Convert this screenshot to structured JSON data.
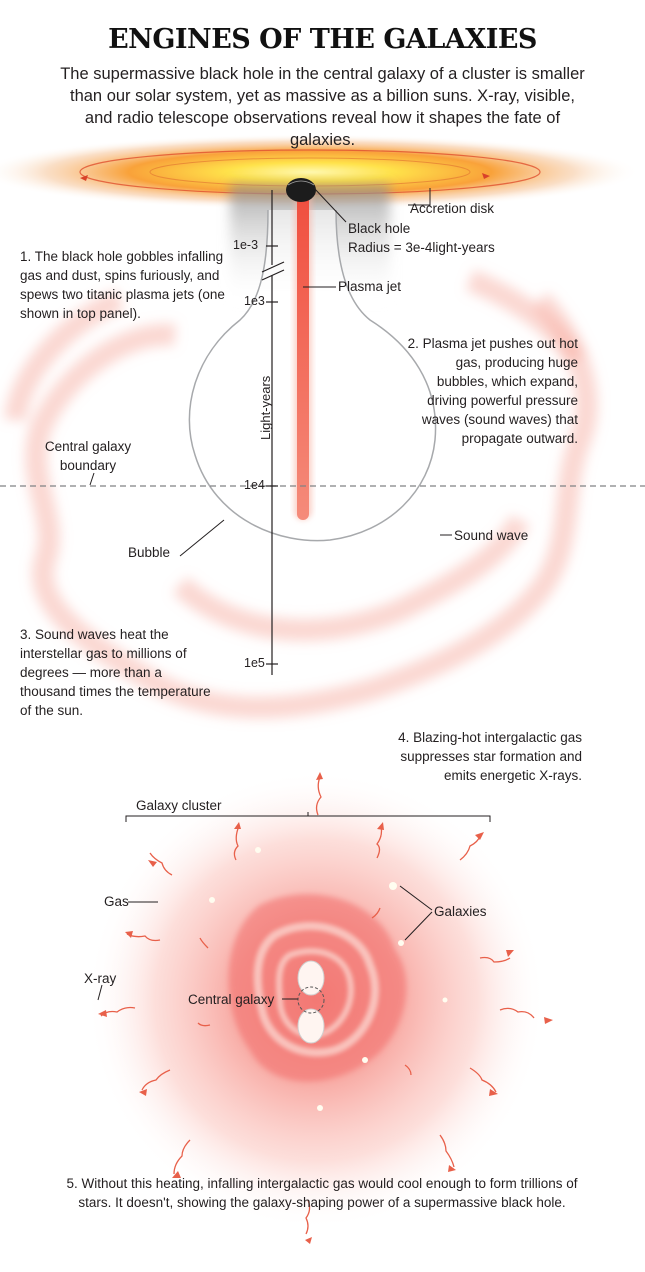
{
  "title": "ENGINES OF THE GALAXIES",
  "subtitle": "The supermassive black hole in the central galaxy of a cluster is smaller than our solar system, yet as massive as a billion suns. X-ray, visible, and radio telescope observations reveal how it shapes the fate of galaxies.",
  "top_panel": {
    "labels": {
      "accretion_disk": "Accretion disk",
      "black_hole": "Black hole",
      "radius": "Radius = 3e-4light-years",
      "plasma_jet": "Plasma jet",
      "central_galaxy_boundary": "Central galaxy boundary",
      "bubble": "Bubble",
      "sound_wave": "Sound wave"
    },
    "axis": {
      "label": "Light-years",
      "ticks": [
        "1e-3",
        "1e3",
        "1e4",
        "1e5"
      ]
    },
    "steps": {
      "step1": "1. The black hole gobbles infalling gas and dust, spins furiously, and spews two titanic plasma jets (one shown in top panel).",
      "step2": "2. Plasma jet pushes out hot gas, producing huge bubbles, which expand, driving powerful pressure waves (sound waves) that propagate outward.",
      "step3": "3. Sound waves heat the interstellar gas to millions of degrees — more than a thousand times the temperature of the sun.",
      "step4": "4. Blazing-hot intergalactic gas suppresses star formation and emits energetic X-rays."
    }
  },
  "bottom_panel": {
    "labels": {
      "galaxy_cluster": "Galaxy cluster",
      "gas": "Gas",
      "galaxies": "Galaxies",
      "x_ray": "X-ray",
      "central_galaxy": "Central galaxy"
    },
    "step5": "5. Without this heating, infalling intergalactic gas would cool enough to form trillions of stars. It doesn't, showing the galaxy-shaping power of a supermassive black hole."
  },
  "colors": {
    "jet": "#f26d5b",
    "glow": "#f9b7a8",
    "disk_outer": "#f7931e",
    "disk_inner": "#fff45c",
    "arrow": "#e8604a",
    "line": "#231f20"
  }
}
